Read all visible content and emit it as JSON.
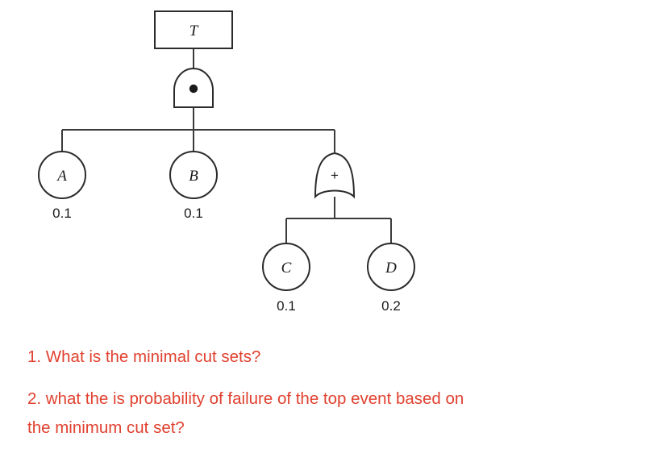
{
  "diagram": {
    "title_node": {
      "id": "T",
      "label": "T",
      "shape": "rectangle"
    },
    "gates": [
      {
        "id": "and-gate-top",
        "type": "AND",
        "symbol": "●",
        "parent": "T",
        "children": [
          "A",
          "B",
          "or-gate-sub"
        ]
      },
      {
        "id": "or-gate-sub",
        "type": "OR",
        "symbol": "+",
        "parent": "and-gate-top",
        "children": [
          "C",
          "D"
        ]
      }
    ],
    "basic_events": [
      {
        "id": "A",
        "label": "A",
        "probability": "0.1",
        "parent": "and-gate-top"
      },
      {
        "id": "B",
        "label": "B",
        "probability": "0.1",
        "parent": "and-gate-top"
      },
      {
        "id": "C",
        "label": "C",
        "probability": "0.1",
        "parent": "or-gate-sub"
      },
      {
        "id": "D",
        "label": "D",
        "probability": "0.2",
        "parent": "or-gate-sub"
      }
    ],
    "colors": {
      "line": "#3b3b3b",
      "shape_stroke": "#2b2b2b",
      "shape_fill": "#ffffff",
      "text": "#1a1a1a",
      "background": "#ffffff"
    }
  },
  "questions": {
    "color": "#e0412f",
    "items": [
      {
        "lines": [
          "1. What is the minimal cut sets?"
        ]
      },
      {
        "lines": [
          "2. what the is probability of failure of the top event based on",
          "the minimum cut set?"
        ]
      }
    ],
    "q1_line1": "1. What is the minimal cut sets?",
    "q2_line1": "2. what the is probability of failure of the top event based on",
    "q2_line2": "the minimum cut set?"
  }
}
